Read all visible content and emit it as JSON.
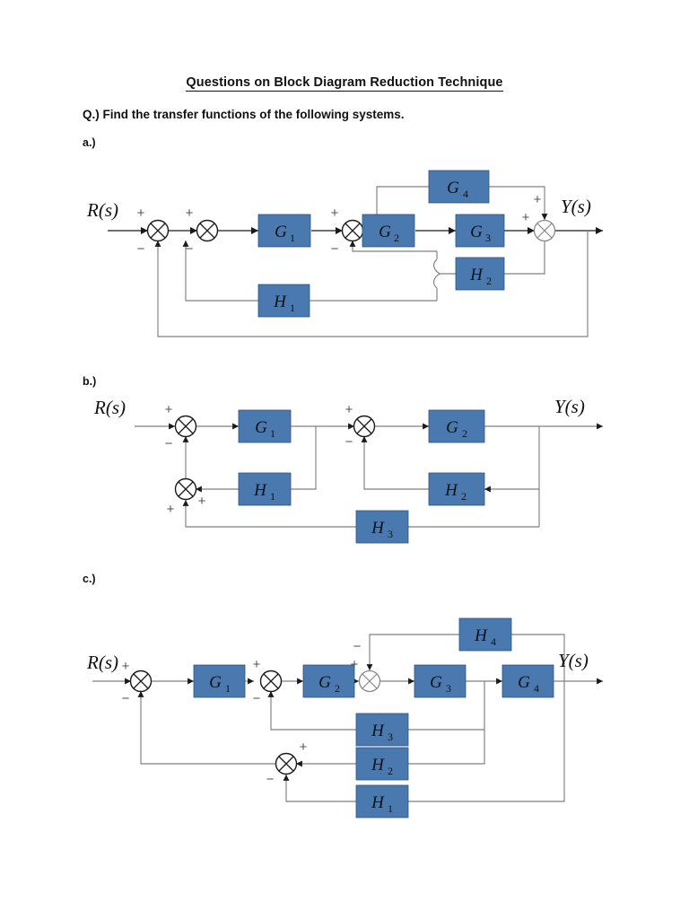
{
  "document": {
    "title": "Questions on Block Diagram Reduction Technique",
    "prompt": "Q.) Find the transfer functions of the following systems.",
    "sections": [
      {
        "label": "a.)"
      },
      {
        "label": "b.)"
      },
      {
        "label": "c.)"
      }
    ]
  },
  "colors": {
    "block_fill": "#4a79b0",
    "block_stroke": "#2f5480",
    "wire": "#808080",
    "wire_dark": "#1a1a1a",
    "text": "#111111",
    "sign": "#555555",
    "page_background": "#ffffff"
  },
  "io": {
    "input": "R(s)",
    "output": "Y(s)"
  },
  "signs": {
    "plus": "+",
    "minus": "−"
  },
  "diagram_a": {
    "name": "a.)",
    "input_label": "R(s)",
    "output_label": "Y(s)",
    "blocks": [
      {
        "id": "G1",
        "base": "G",
        "sub": "1"
      },
      {
        "id": "G2",
        "base": "G",
        "sub": "2"
      },
      {
        "id": "G3",
        "base": "G",
        "sub": "3"
      },
      {
        "id": "G4",
        "base": "G",
        "sub": "4"
      },
      {
        "id": "H1",
        "base": "H",
        "sub": "1"
      },
      {
        "id": "H2",
        "base": "H",
        "sub": "2"
      }
    ],
    "summing_junctions": [
      {
        "id": "S1",
        "signs": {
          "in": "+",
          "feedback": "−"
        }
      },
      {
        "id": "S2",
        "signs": {
          "in": "+",
          "feedback": "−"
        }
      },
      {
        "id": "S3",
        "signs": {
          "in": "+",
          "feedback": "−"
        }
      },
      {
        "id": "S4",
        "signs": {
          "in": "+",
          "feedforward": "+"
        }
      }
    ]
  },
  "diagram_b": {
    "name": "b.)",
    "input_label": "R(s)",
    "output_label": "Y(s)",
    "blocks": [
      {
        "id": "G1",
        "base": "G",
        "sub": "1"
      },
      {
        "id": "G2",
        "base": "G",
        "sub": "2"
      },
      {
        "id": "H1",
        "base": "H",
        "sub": "1"
      },
      {
        "id": "H2",
        "base": "H",
        "sub": "2"
      },
      {
        "id": "H3",
        "base": "H",
        "sub": "3"
      }
    ],
    "summing_junctions": [
      {
        "id": "S1",
        "signs": {
          "in": "+",
          "feedback": "−"
        }
      },
      {
        "id": "S2",
        "signs": {
          "h1": "+",
          "h3": "+"
        }
      },
      {
        "id": "S3",
        "signs": {
          "in": "+",
          "feedback": "−"
        }
      }
    ]
  },
  "diagram_c": {
    "name": "c.)",
    "input_label": "R(s)",
    "output_label": "Y(s)",
    "blocks": [
      {
        "id": "G1",
        "base": "G",
        "sub": "1"
      },
      {
        "id": "G2",
        "base": "G",
        "sub": "2"
      },
      {
        "id": "G3",
        "base": "G",
        "sub": "3"
      },
      {
        "id": "G4",
        "base": "G",
        "sub": "4"
      },
      {
        "id": "H1",
        "base": "H",
        "sub": "1"
      },
      {
        "id": "H2",
        "base": "H",
        "sub": "2"
      },
      {
        "id": "H3",
        "base": "H",
        "sub": "3"
      },
      {
        "id": "H4",
        "base": "H",
        "sub": "4"
      }
    ],
    "summing_junctions": [
      {
        "id": "S1",
        "signs": {
          "in": "+",
          "feedback": "−"
        }
      },
      {
        "id": "S2",
        "signs": {
          "in": "+",
          "feedback": "−"
        }
      },
      {
        "id": "S3",
        "signs": {
          "in": "+",
          "h4": "−"
        }
      },
      {
        "id": "S4",
        "signs": {
          "h2": "+",
          "h1": "−"
        }
      }
    ]
  }
}
